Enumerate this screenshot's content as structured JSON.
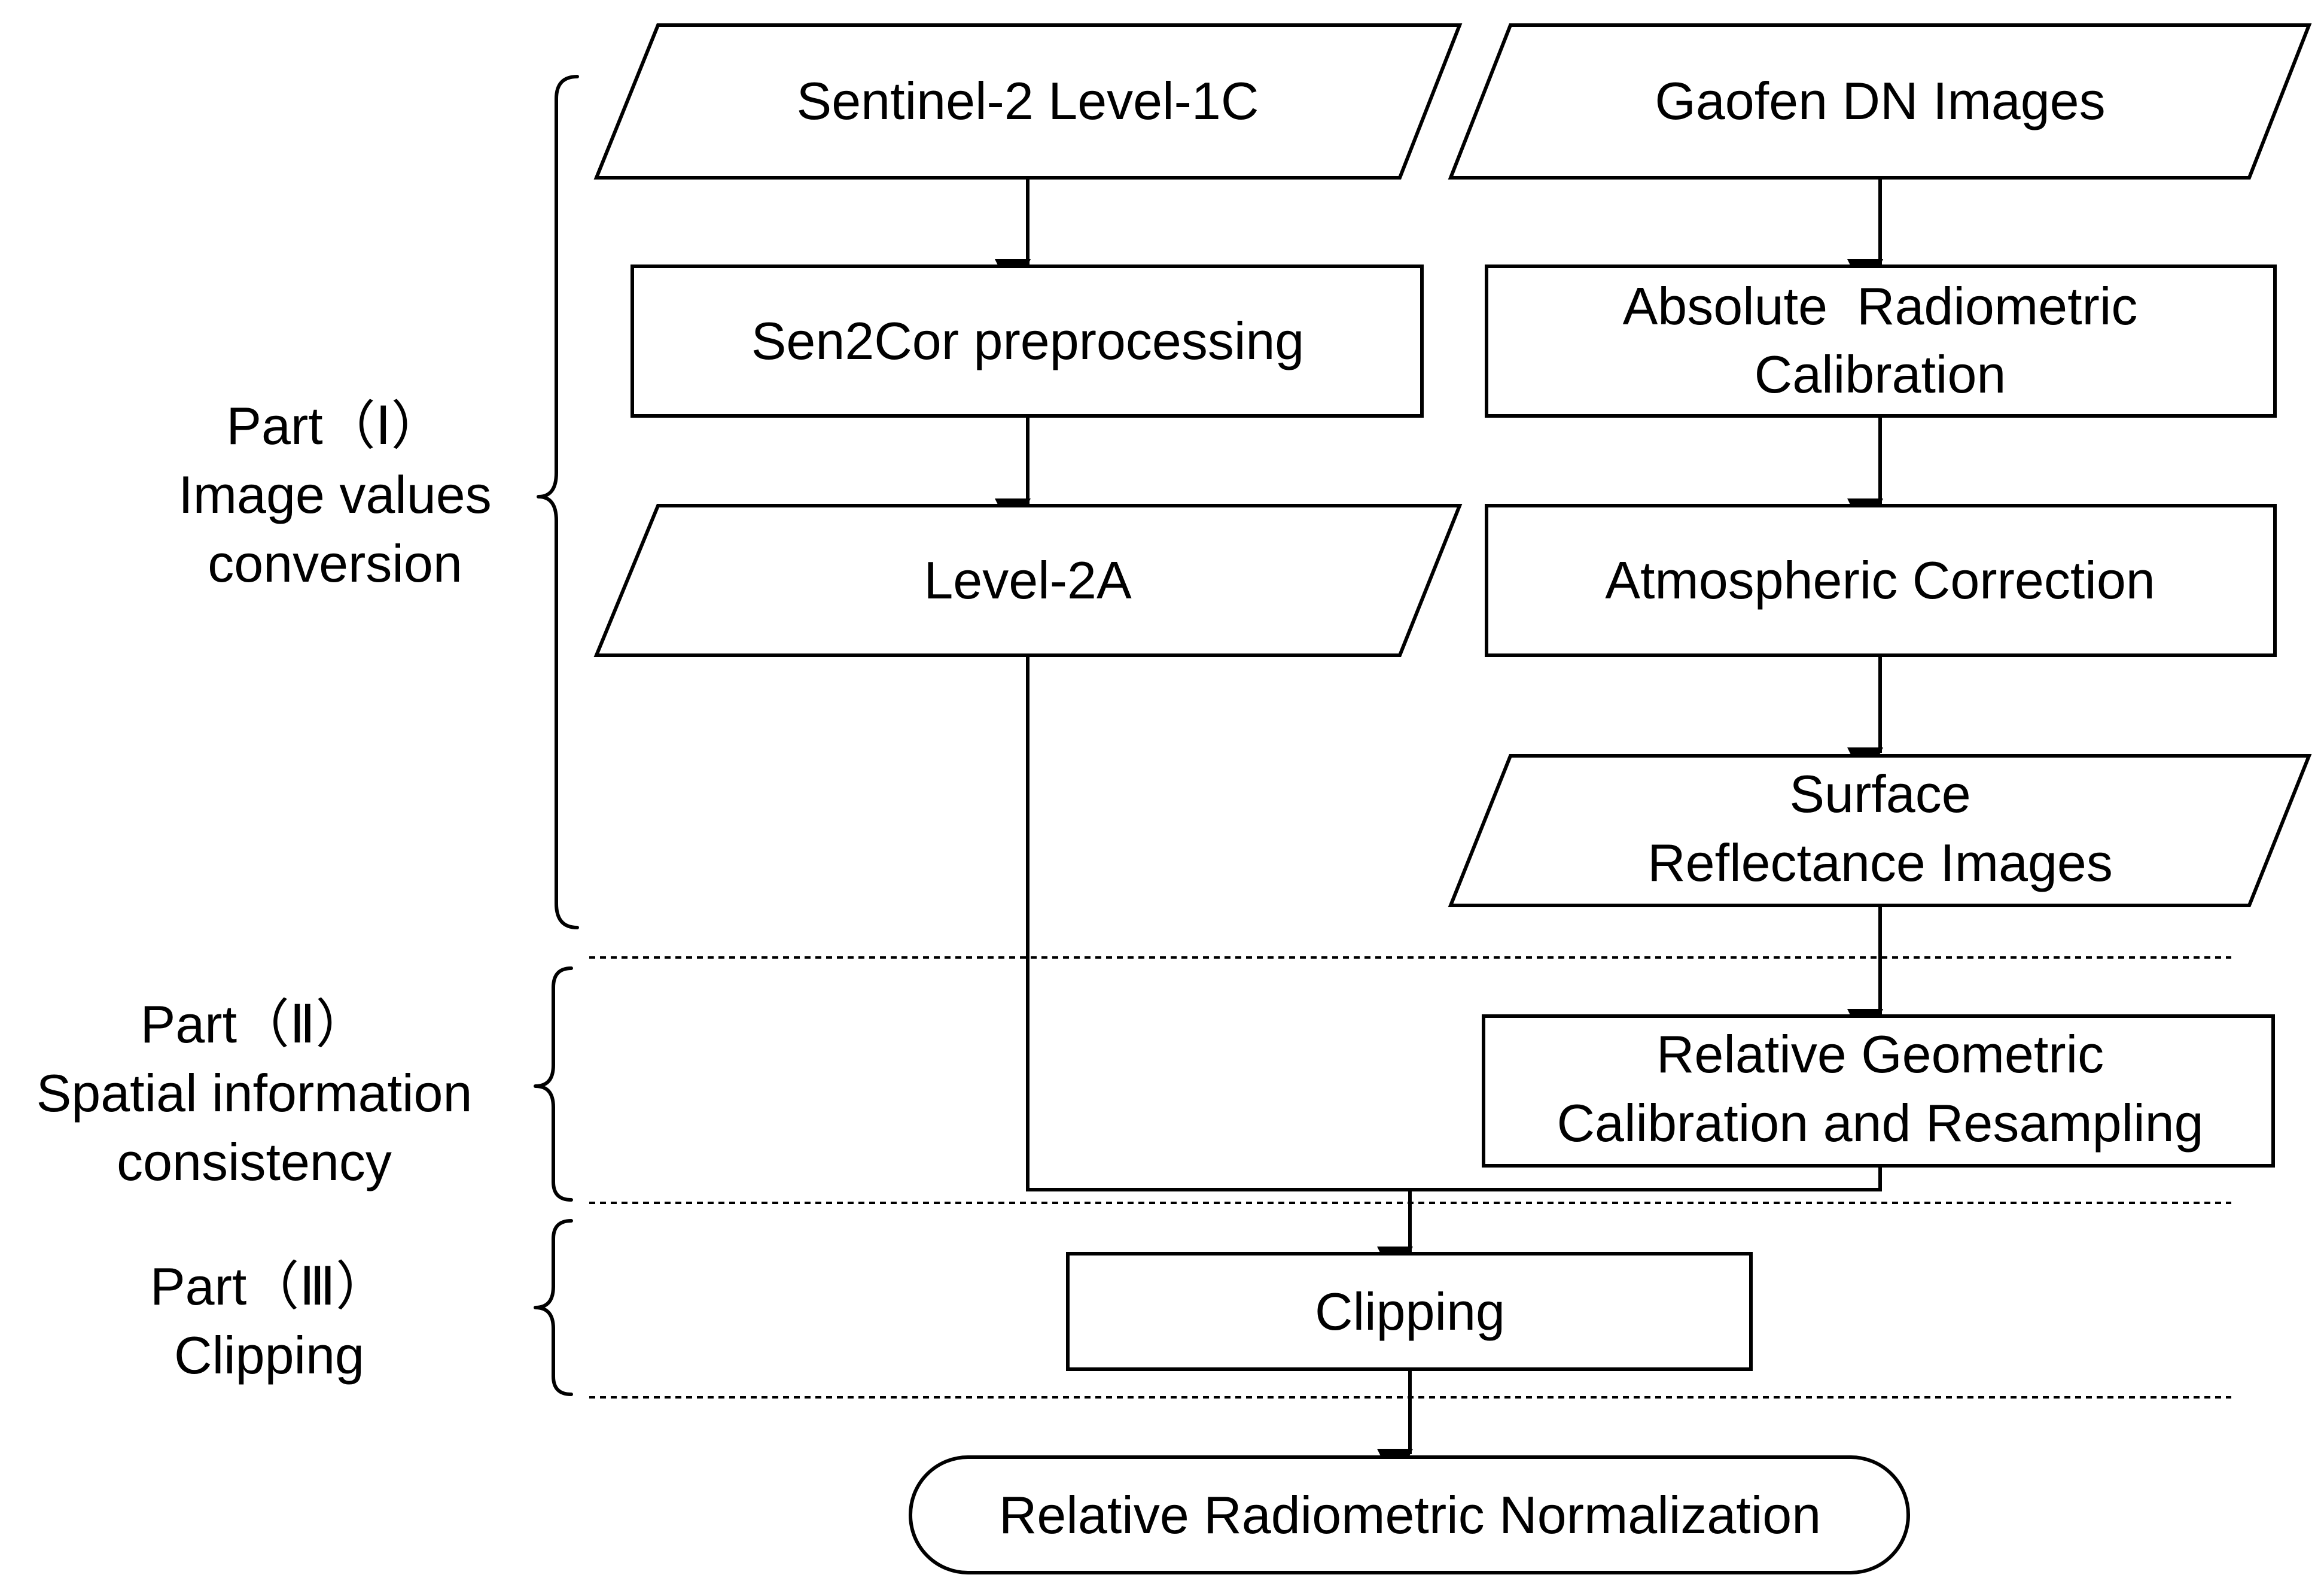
{
  "parts": [
    {
      "id": "part1",
      "title": "Part（Ⅰ）",
      "lines": [
        "Image values",
        "conversion"
      ]
    },
    {
      "id": "part2",
      "title": "Part（Ⅱ）",
      "lines": [
        "Spatial information",
        "consistency"
      ]
    },
    {
      "id": "part3",
      "title": "Part（Ⅲ）",
      "lines": [
        "Clipping"
      ]
    }
  ],
  "nodes": {
    "sentinel_input": {
      "shape": "parallelogram",
      "lines": [
        "Sentinel-2 Level-1C"
      ]
    },
    "gaofen_input": {
      "shape": "parallelogram",
      "lines": [
        "Gaofen DN Images"
      ]
    },
    "sen2cor": {
      "shape": "rectangle",
      "lines": [
        "Sen2Cor preprocessing"
      ]
    },
    "abs_calibration": {
      "shape": "rectangle",
      "lines": [
        "Absolute  Radiometric",
        "Calibration"
      ]
    },
    "level2a": {
      "shape": "parallelogram",
      "lines": [
        "Level-2A"
      ]
    },
    "atmospheric": {
      "shape": "rectangle",
      "lines": [
        "Atmospheric Correction"
      ]
    },
    "surface_reflectance": {
      "shape": "parallelogram",
      "lines": [
        "Surface",
        "Reflectance Images"
      ]
    },
    "geometric": {
      "shape": "rectangle",
      "lines": [
        "Relative Geometric",
        "Calibration and Resampling"
      ]
    },
    "clipping": {
      "shape": "rectangle",
      "lines": [
        "Clipping"
      ]
    },
    "normalization": {
      "shape": "terminal",
      "lines": [
        "Relative Radiometric Normalization"
      ]
    }
  },
  "edges": [
    {
      "from": "sentinel_input",
      "to": "sen2cor"
    },
    {
      "from": "sen2cor",
      "to": "level2a"
    },
    {
      "from": "gaofen_input",
      "to": "abs_calibration"
    },
    {
      "from": "abs_calibration",
      "to": "atmospheric"
    },
    {
      "from": "atmospheric",
      "to": "surface_reflectance"
    },
    {
      "from": "surface_reflectance",
      "to": "geometric"
    },
    {
      "from": "level2a",
      "to": "clipping"
    },
    {
      "from": "geometric",
      "to": "clipping"
    },
    {
      "from": "clipping",
      "to": "normalization"
    }
  ]
}
